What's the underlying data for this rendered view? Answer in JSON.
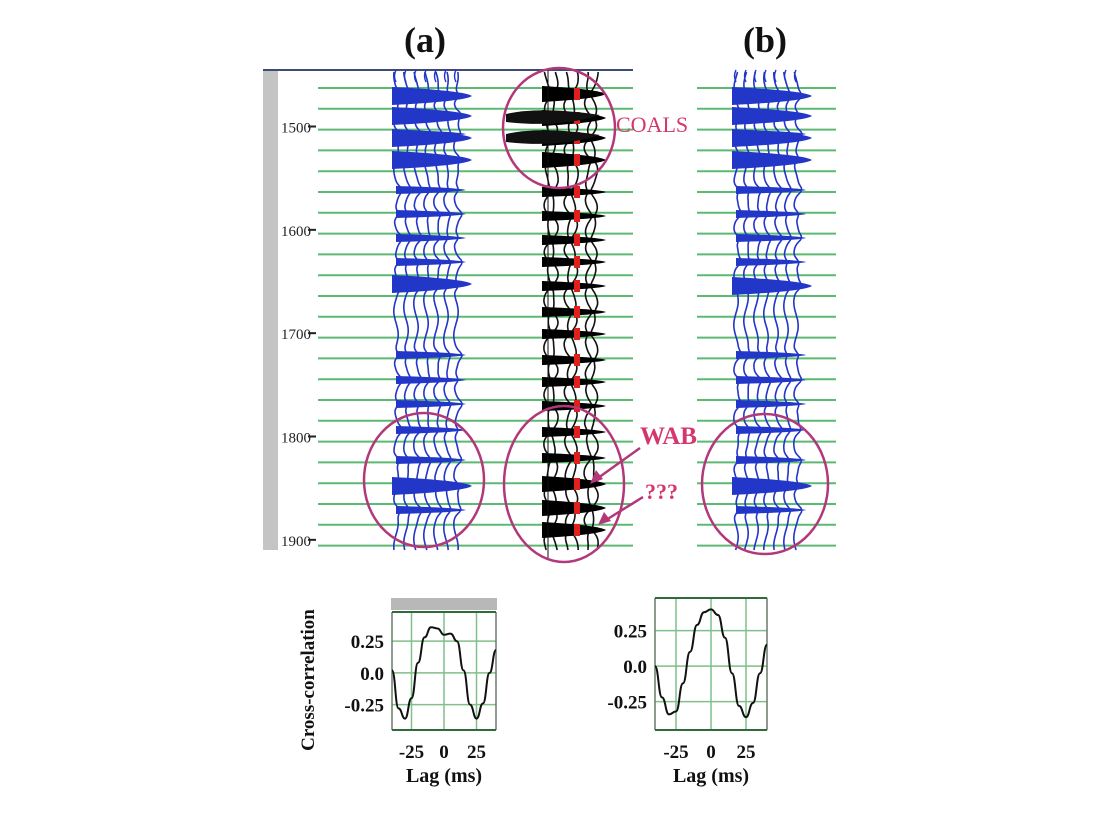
{
  "panels": {
    "a_label": "(a)",
    "b_label": "(b)"
  },
  "depth_axis": {
    "ticks": [
      1500,
      1600,
      1700,
      1800,
      1900
    ],
    "range": [
      1455,
      1905
    ]
  },
  "annotations": {
    "coals": "COALS",
    "wab": "WAB",
    "unknown": "???"
  },
  "colors": {
    "trace_blue": "#2236c8",
    "synthetic_black": "#000000",
    "highlight_red": "#e0201a",
    "horizon_green": "#3fae5a",
    "circle_magenta": "#b2387a",
    "label_pink": "#d4366e",
    "axis_gray": "#c4c4c4"
  },
  "chart_data": [
    {
      "type": "line",
      "title": "",
      "xlabel": "Lag (ms)",
      "ylabel": "Cross-correlation",
      "xlim": [
        -40,
        40
      ],
      "ylim": [
        -0.45,
        0.48
      ],
      "xticks": [
        -25,
        0,
        25
      ],
      "yticks": [
        0.25,
        0.0,
        -0.25
      ],
      "ytick_labels": [
        "0.25",
        "0.0",
        "-0.25"
      ],
      "grid": true,
      "series": [
        {
          "x": [
            -40,
            -35,
            -30,
            -25,
            -20,
            -15,
            -10,
            -5,
            0,
            5,
            10,
            15,
            20,
            25,
            30,
            35,
            40
          ],
          "y": [
            0.02,
            -0.28,
            -0.36,
            -0.2,
            0.08,
            0.28,
            0.36,
            0.35,
            0.3,
            0.31,
            0.25,
            0.02,
            -0.25,
            -0.36,
            -0.24,
            0.0,
            0.18
          ]
        }
      ]
    },
    {
      "type": "line",
      "title": "",
      "xlabel": "Lag (ms)",
      "ylabel": "",
      "xlim": [
        -40,
        40
      ],
      "ylim": [
        -0.45,
        0.48
      ],
      "xticks": [
        -25,
        0,
        25
      ],
      "yticks": [
        0.25,
        0.0,
        -0.25
      ],
      "ytick_labels": [
        "0.25",
        "0.0",
        "-0.25"
      ],
      "grid": true,
      "series": [
        {
          "x": [
            -40,
            -35,
            -30,
            -25,
            -20,
            -15,
            -10,
            -5,
            0,
            5,
            10,
            15,
            20,
            25,
            30,
            35,
            40
          ],
          "y": [
            0.0,
            -0.22,
            -0.34,
            -0.32,
            -0.12,
            0.1,
            0.29,
            0.38,
            0.4,
            0.36,
            0.2,
            -0.05,
            -0.28,
            -0.36,
            -0.26,
            -0.05,
            0.15
          ]
        }
      ]
    }
  ]
}
